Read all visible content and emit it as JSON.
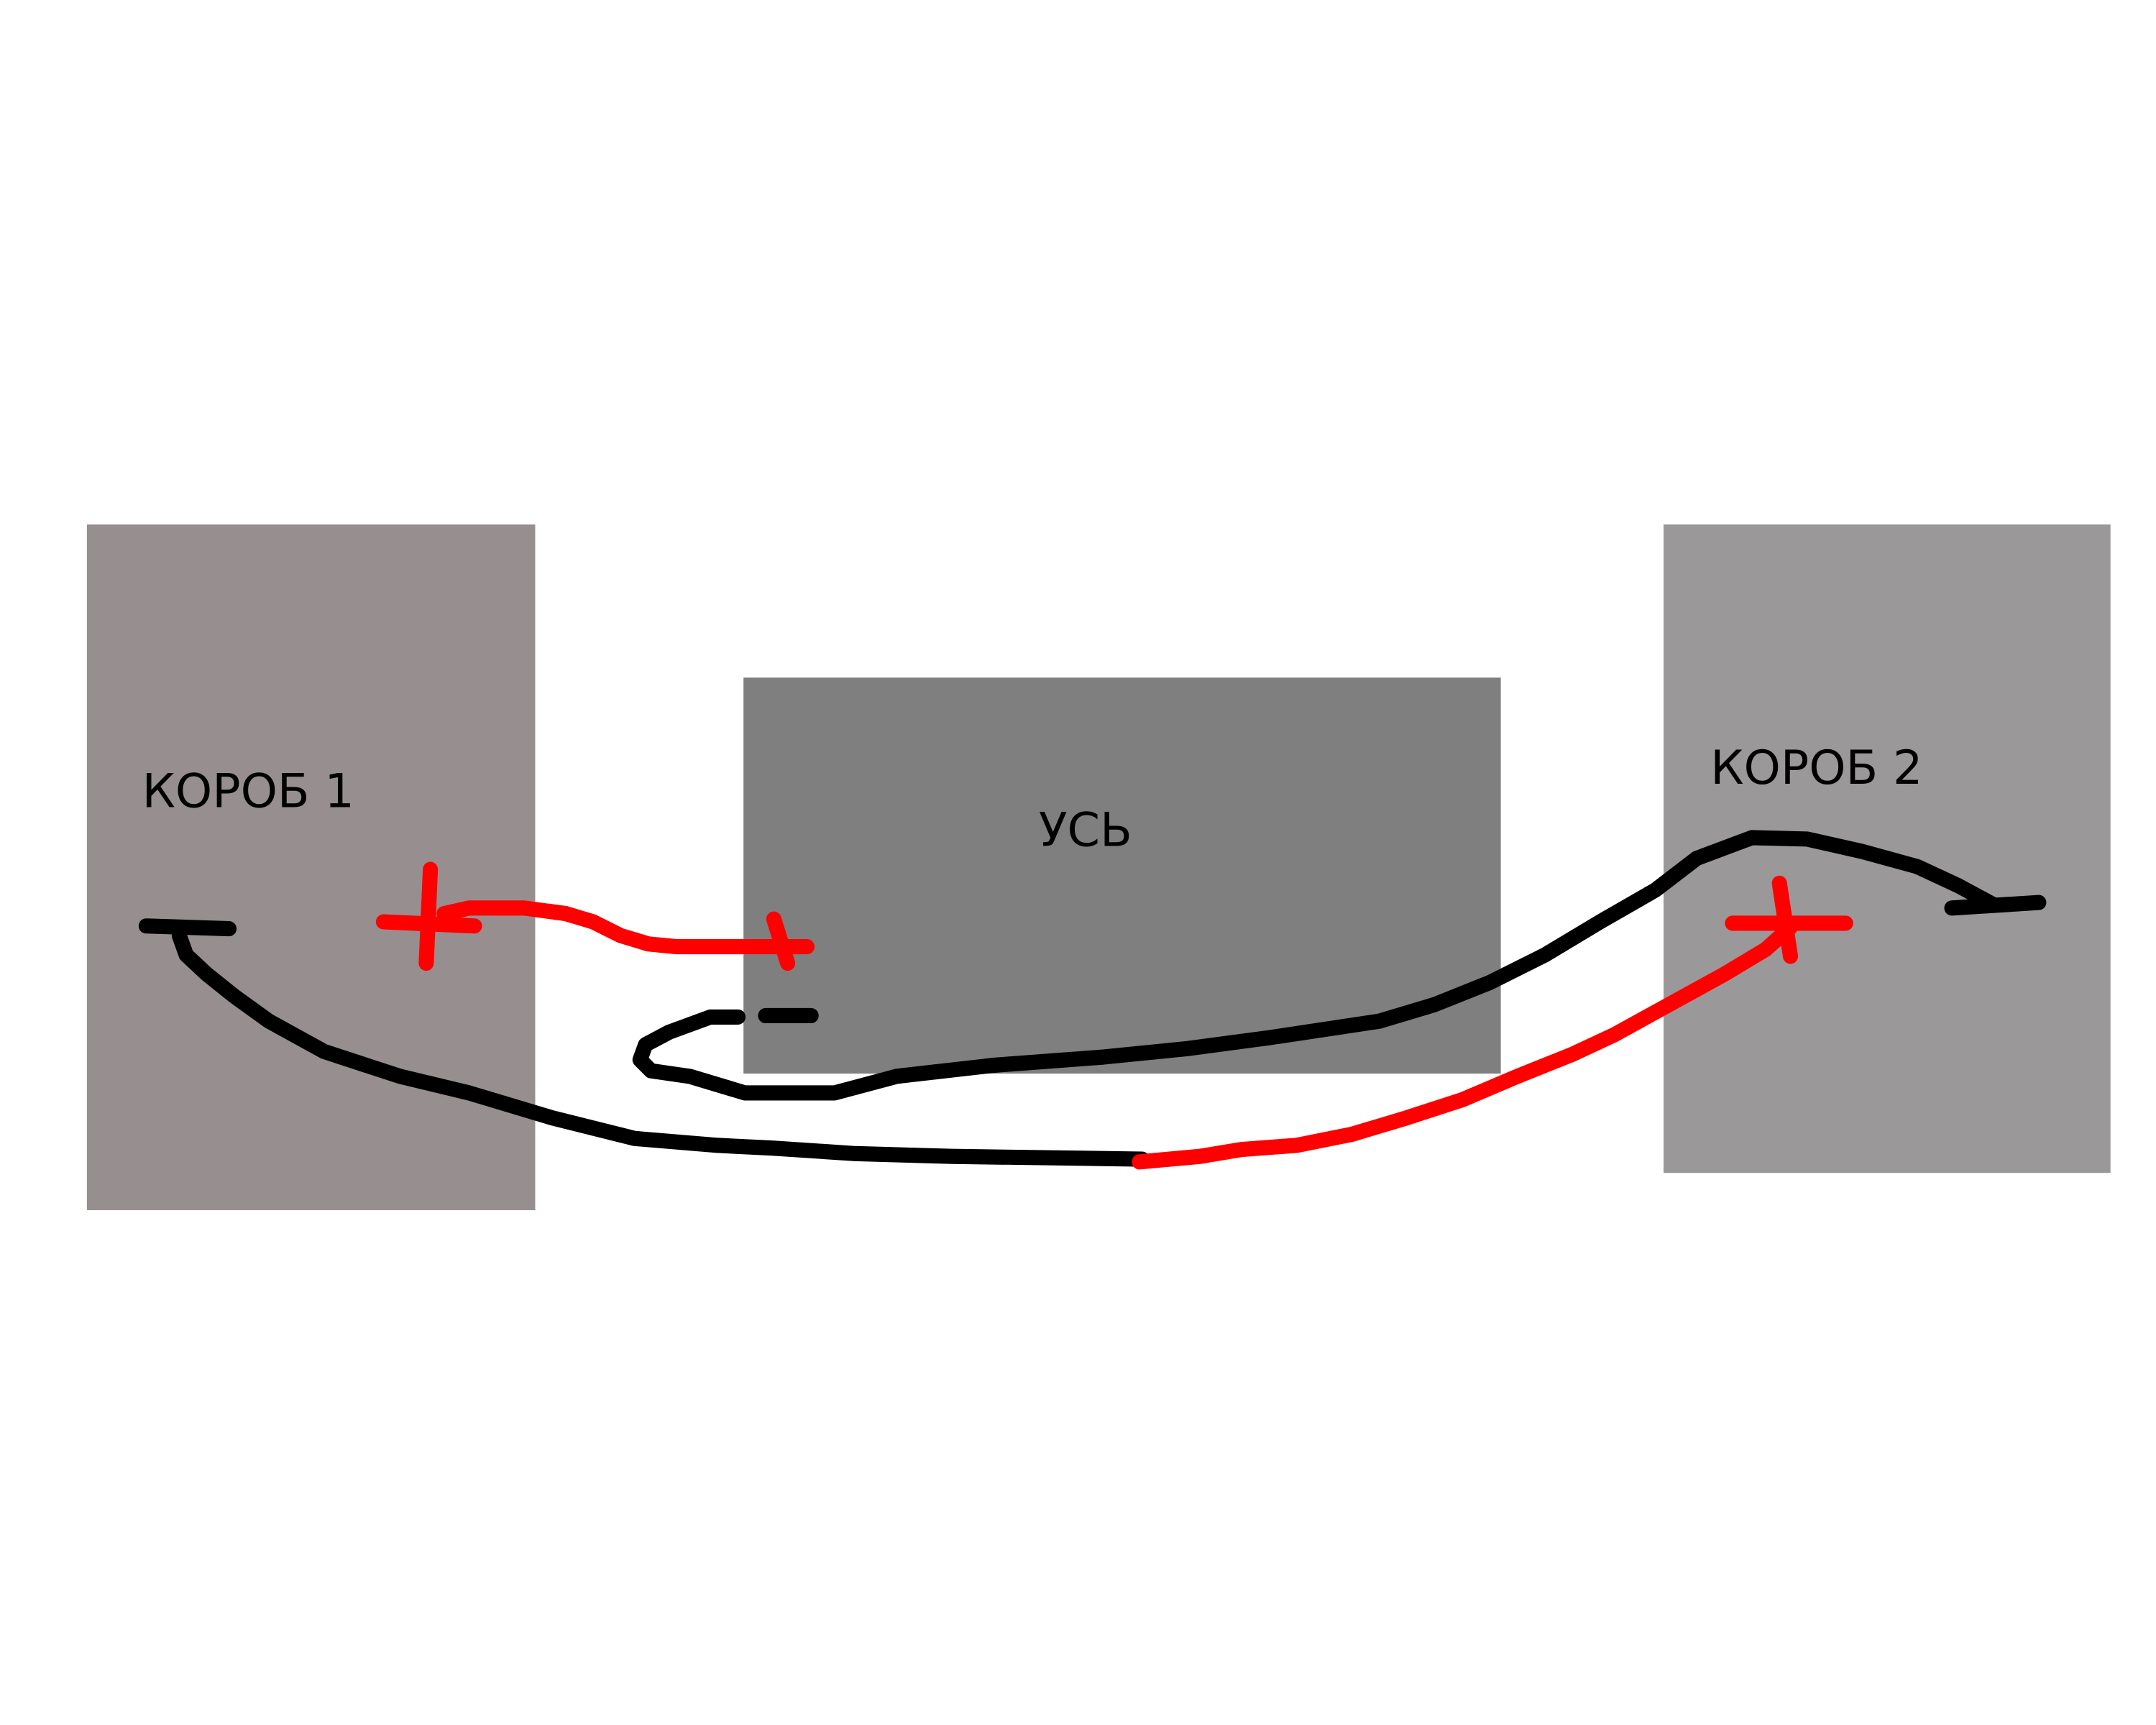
{
  "boxes": {
    "box1": {
      "label": "КОРОБ 1",
      "color": "#978f8f"
    },
    "center": {
      "label": "УСЬ",
      "color": "#7f7f7f"
    },
    "box2": {
      "label": "КОРОБ 2",
      "color": "#9a9898"
    }
  },
  "wire_colors": {
    "positive": "#ff0000",
    "negative": "#000000"
  }
}
